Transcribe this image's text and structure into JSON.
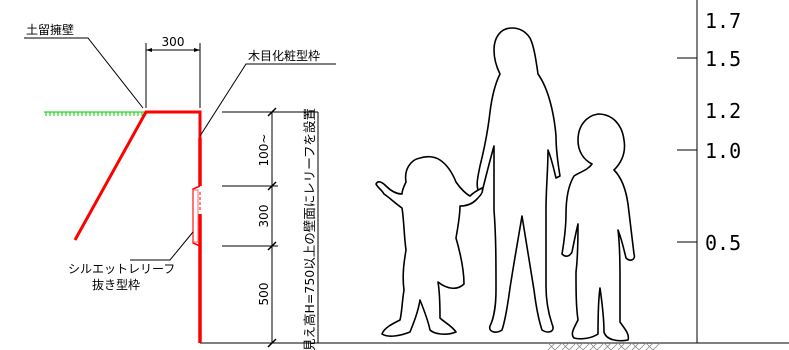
{
  "labels": {
    "retaining_wall": "土留擁壁",
    "formwork": "木目化粧型枠",
    "relief_line1": "シルエットレリーフ",
    "relief_line2": "抜き型枠",
    "vertical_note": "見え高H=750以上の壁面にレリーフを設置"
  },
  "dimensions": {
    "top_width": "300",
    "upper": "100~",
    "middle": "300",
    "lower": "500"
  },
  "height_scale": [
    "1.7",
    "1.5",
    "1.2",
    "1.0",
    "0.5"
  ],
  "colors": {
    "wall": "#ff0000",
    "ground": "#00cc00",
    "line": "#000000"
  }
}
